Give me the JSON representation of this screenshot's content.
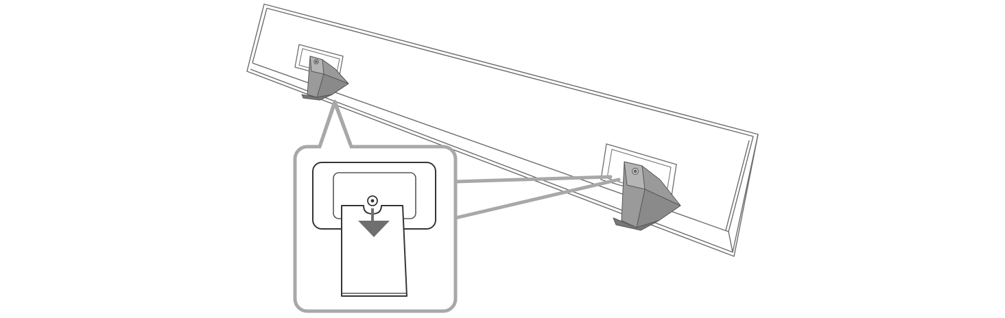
{
  "diagram": {
    "description_visible_text": "",
    "parts": [
      {
        "id": "soundbar",
        "icon": "soundbar-rear-outline"
      },
      {
        "id": "left-bracket",
        "icon": "wall-bracket-icon"
      },
      {
        "id": "right-bracket",
        "icon": "wall-bracket-icon"
      },
      {
        "id": "detail-callout",
        "icon": "zoom-callout"
      },
      {
        "id": "direction-arrow",
        "icon": "arrow-down-icon"
      }
    ],
    "colors": {
      "outline": "#6b6b6b",
      "callout_border": "#a8a8a8",
      "bracket_fill": "#9a9a9a",
      "bracket_dark": "#777777",
      "arrow_fill": "#6f6f6f",
      "background": "#ffffff"
    }
  }
}
